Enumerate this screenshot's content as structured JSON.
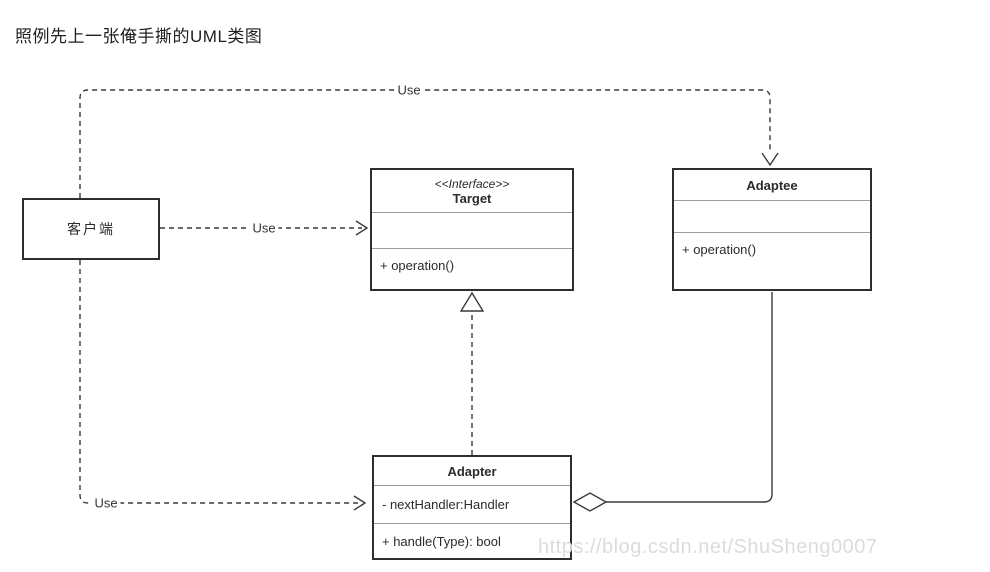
{
  "title": "照例先上一张俺手撕的UML类图",
  "watermark": "https://blog.csdn.net/ShuSheng0007",
  "diagram": {
    "classes": {
      "client": {
        "name": "客户端"
      },
      "target": {
        "stereotype": "<<Interface>>",
        "name": "Target",
        "attributes": [],
        "methods": [
          "+ operation()"
        ]
      },
      "adaptee": {
        "name": "Adaptee",
        "attributes": [],
        "methods": [
          "+ operation()"
        ]
      },
      "adapter": {
        "name": "Adapter",
        "attributes": [
          "- nextHandler:Handler"
        ],
        "methods": [
          "+ handle(Type): bool"
        ]
      }
    },
    "edges": {
      "client_to_target": {
        "label": "Use",
        "type": "dashed-dependency-open-arrow"
      },
      "client_to_adaptee": {
        "label": "Use",
        "type": "dashed-dependency-open-arrow"
      },
      "client_to_adapter": {
        "label": "Use",
        "type": "dashed-dependency-open-arrow"
      },
      "adapter_to_target": {
        "type": "dashed-realization-hollow-triangle"
      },
      "adapter_to_adaptee": {
        "type": "solid-aggregation-hollow-diamond"
      }
    },
    "colors": {
      "line": "#3a3a3a",
      "box_border": "#2e2e2e",
      "divider": "#9c9c9c",
      "text": "#2b2b2b",
      "watermark": "#dcdcdc"
    }
  }
}
